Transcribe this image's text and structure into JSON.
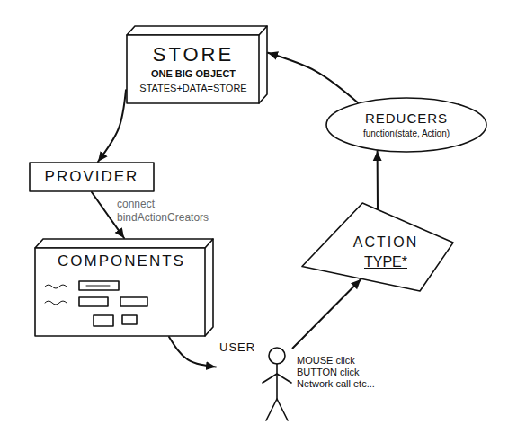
{
  "diagram": {
    "nodes": [
      {
        "text": [
          "STORE",
          "ONE BIG OBJECT",
          "STATES+DATA=STORE"
        ]
      },
      {
        "text": [
          "PROVIDER"
        ]
      },
      {
        "text": [
          "COMPONENTS"
        ]
      },
      {
        "text": [
          "USER"
        ]
      },
      {
        "text": [
          "ACTION",
          "TYPE*"
        ]
      },
      {
        "text": [
          "REDUCERS",
          "function(state, Action)"
        ]
      }
    ],
    "edges": [
      {
        "from": 0,
        "to": 1,
        "arrow": "to"
      },
      {
        "from": 1,
        "to": 2,
        "arrow": "to"
      },
      {
        "from": 2,
        "to": 3,
        "arrow": "to"
      },
      {
        "from": 3,
        "to": 4,
        "arrow": "to"
      },
      {
        "from": 4,
        "to": 5,
        "arrow": "to"
      },
      {
        "from": 5,
        "to": 0,
        "arrow": "to"
      }
    ],
    "labels": [
      "connect",
      "bindActionCreators",
      "MOUSE click BUTTON click Network call etc..."
    ]
  }
}
